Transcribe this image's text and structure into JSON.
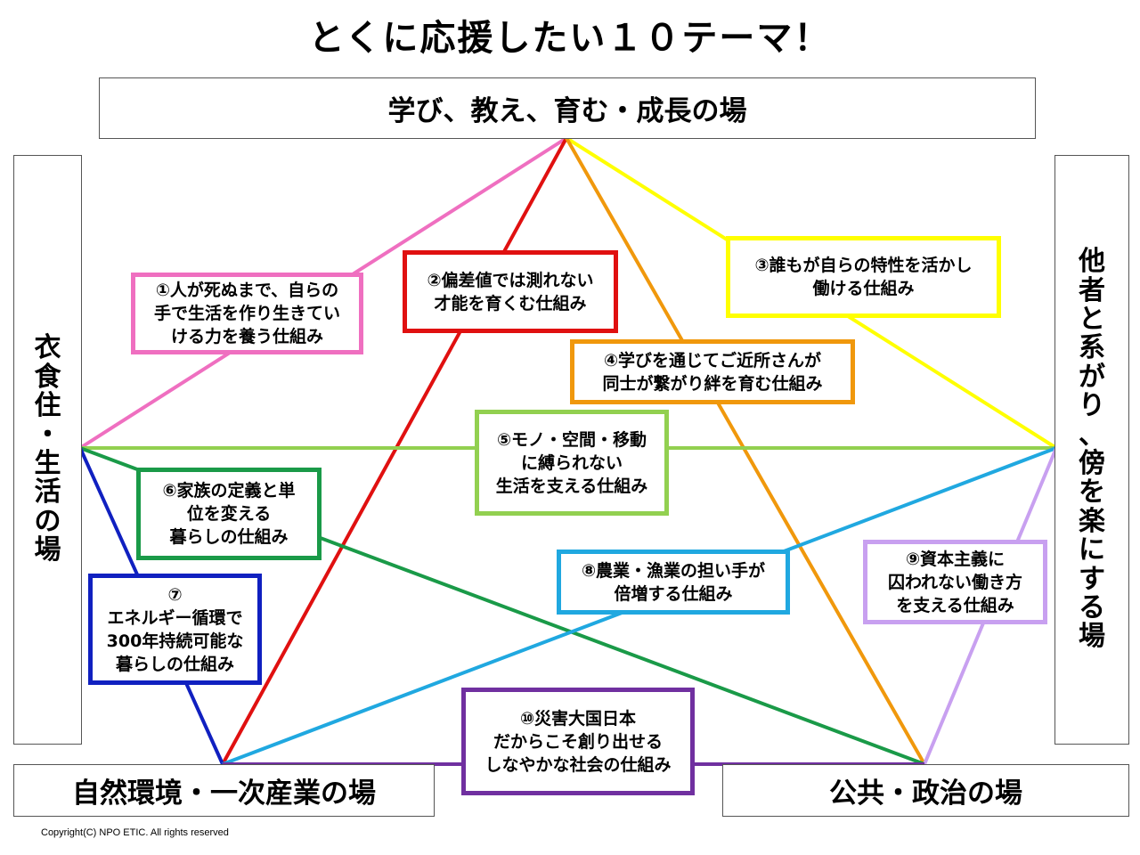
{
  "title": "とくに応援したい１０テーマ！",
  "domains": {
    "top": "学び、教え、育む・成長の場",
    "left": "衣食住・生活の場",
    "right": "他者と系がり、傍を楽にする場",
    "bottom_left": "自然環境・一次産業の場",
    "bottom_right": "公共・政治の場"
  },
  "themes": [
    {
      "text": "①人が死ぬまで、自らの\n手で生活を作り生きてい\nける力を養う仕組み",
      "color": "#ef6fc0"
    },
    {
      "text": "②偏差値では測れない\n才能を育くむ仕組み",
      "color": "#e01010"
    },
    {
      "text": "③誰もが自らの特性を活かし\n働ける仕組み",
      "color": "#ffff00"
    },
    {
      "text": "④学びを通じてご近所さんが\n同士が繋がり絆を育む仕組み",
      "color": "#f0980c"
    },
    {
      "text": "⑤モノ・空間・移動\nに縛られない\n生活を支える仕組み",
      "color": "#92d050"
    },
    {
      "text": "⑥家族の定義と単\n位を変える\n暮らしの仕組み",
      "color": "#1a9a48"
    },
    {
      "text": "⑦\nエネルギー循環で\n300年持続可能な\n暮らしの仕組み",
      "color": "#1020c0"
    },
    {
      "text": "⑧農業・漁業の担い手が\n倍増する仕組み",
      "color": "#20a8e0"
    },
    {
      "text": "⑨資本主義に\n囚われない働き方\nを支える仕組み",
      "color": "#c8a0f0"
    },
    {
      "text": "⑩災害大国日本\nだからこそ創り出せる\nしなやかな社会の仕組み",
      "color": "#7030a0"
    }
  ],
  "copyright": "Copyright(C)  NPO ETIC. All rights reserved"
}
